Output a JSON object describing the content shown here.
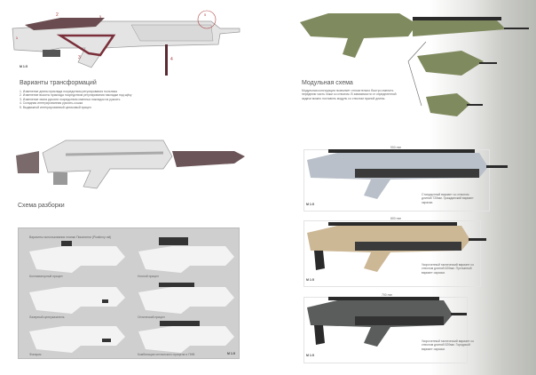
{
  "left": {
    "transform": {
      "title": "Варианты трансформаций",
      "scale": "М 1:5",
      "callouts": [
        "1",
        "2",
        "3",
        "4",
        "5",
        "5"
      ],
      "items": [
        "1. Изменение длины приклада посредством регулирования тыльника",
        "2. Изменение высоты приклада посредством регулирования накладки под щёку",
        "3. Изменение хвата рукояти посредством сменных накладок на рукоять",
        "4. Складная интегрированная рукоять-сошка",
        "5. Выдвижной интегрированный целиковый прицел"
      ]
    },
    "disassembly": {
      "title": "Схема разборки"
    },
    "rail": {
      "title": "Варианты использования планки Пикатинни (Picatinny rail)",
      "scale": "М 1:5",
      "options": [
        "Коллиматорный прицел",
        "Ночной прицел",
        "Лазерный целеуказатель",
        "Оптический прицел",
        "Фонарик",
        "Комбинация оптического прицела и ПНВ"
      ]
    }
  },
  "right": {
    "modular": {
      "title": "Модульная схема",
      "text": "Модульная конструкция позволяет относительно быстро сменить переднюю часть ложи со стволом. В зависимости от определенной задачи можно поставить модуль со стволом нужной длины."
    },
    "variants": [
      {
        "length": "900 mm",
        "caption": "Стандартный вариант со стволом длиной 720мм. Гражданский вариант окраски.",
        "scale": "М 1:5",
        "color": "#b9c0c9"
      },
      {
        "length": "800 mm",
        "caption": "Укороченный тактический вариант со стволом длиной 620мм. Пустынный вариант окраски.",
        "scale": "М 1:5",
        "color": "#cdb896"
      },
      {
        "length": "700 mm",
        "caption": "Укороченный тактический вариант со стволом длиной 520мм. Городской вариант окраски.",
        "scale": "М 1:5",
        "color": "#5a5d5b"
      }
    ],
    "module_color": "#7f8a5e"
  }
}
